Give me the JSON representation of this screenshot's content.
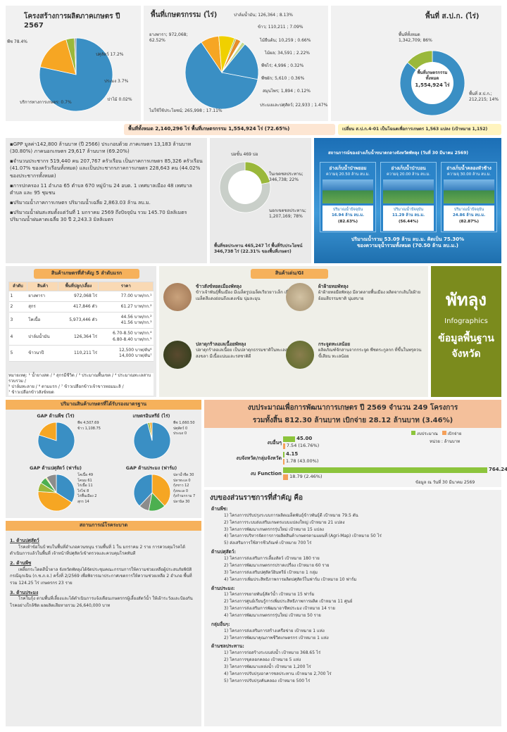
{
  "structure": {
    "title": "โครงสร้างการผลิตภาคเกษตร ปี 2567",
    "labels": [
      "พืช 78.4%",
      "ปศุสัตว์ 17.2%",
      "ประมง 3.7%",
      "ปาไม้ 0.02%",
      "บริการทางการเกษตร: 0.7%"
    ],
    "values": [
      78.4,
      17.2,
      3.7,
      0.02,
      0.7
    ],
    "colors": [
      "#3a8fc4",
      "#f6a623",
      "#9ab83b",
      "#e8d43b",
      "#8c8c8c"
    ]
  },
  "agri_area": {
    "title": "พื้นที่เกษตรกรรม (ไร่)",
    "labels": [
      "ยางพารา; 972,068; 62.52%",
      "ปาล์มน้ำมัน; 126,364 ; 8.13%",
      "ข้าว; 110,211 ; 7.09%",
      "ไม้ยืนต้น; 10,259 ; 0.66%",
      "ไม้ผล; 34,591 ; 2.22%",
      "พืชไร่; 4,996 ; 0.32%",
      "พืชผัก; 5,610 ; 0.36%",
      "สมุนไพร; 1,894 ; 0.12%",
      "ประมงและปศุสัตว์; 22,933 ; 1.47%",
      "ไม่ใช้ใช้ประโยชน์; 265,998 ; 17.11%"
    ],
    "values": [
      62.52,
      8.13,
      7.09,
      0.66,
      2.22,
      0.32,
      0.36,
      0.12,
      1.47,
      17.11
    ],
    "colors": [
      "#3a8fc4",
      "#f6a623",
      "#f0d000",
      "#9ab83b",
      "#e58d2a",
      "#4caf50",
      "#6fb9e5",
      "#aacc44",
      "#c5d88b",
      "#3a8fc4"
    ]
  },
  "spk": {
    "title": "พื้นที่ ส.ป.ก. (ไร่)",
    "labels": [
      "พื้นที่ทั้งหมด 1,342,709; 86%",
      "พื้นที่ ส.ป.ก.; 212,215; 14%"
    ],
    "values": [
      86,
      14
    ],
    "colors": [
      "#3a8fc4",
      "#9ab83b"
    ],
    "center": [
      "พื้นที่เกษตรกรรม",
      "ทั้งหมด",
      "1,554,924 ไร่"
    ]
  },
  "banner": {
    "total": "พื้นที่ทั้งหมด 2,140,296 ไร่ พื้นที่เกษตรกรรม 1,554,924 ไร่ (72.65%)",
    "spk": "เปลี่ยน ส.ป.ก.4-01 เป็นโฉนดเพื่อการเกษตร 1,563 แปลง (เป้าหมาย 1,152)"
  },
  "economy": [
    "GPP มูลค่า142,800 ล้านบาท (ปี 2566) ประกอบด้วย ภาคเกษตร 13,183 ล้านบาท (30.80%) ภาคนอกเกษตร 29,617 ล้านบาท (69.20%)",
    "จำนวนประชากร 519,440 คน 207,767 ครัวเรือน เป็นภาคการเกษตร 85,326 ครัวเรือน (41.07% ของครัวเรือนทั้งหมด) และเป็นประชากรภาคการเกษตร 228,643 คน (44.02% ของประชากรทั้งหมด)",
    "การปกครอง 11 อำเภอ 65 ตำบล 670 หมู่บ้าน 24 อบต. 1 เทศบาลเมือง 48 เทศบาลตำบล และ 95 ชุมชน",
    "ปริมาณน้ำภาคการเกษตร ปริมาณน้ำเฉลี่ย 2,863.03 ล้าน ลบ.ม.",
    "ปริมาณน้ำฝนสะสมตั้งแต่วันที่ 1 มกราคม 2569 ถึงปัจจุบัน รวม 145.70 มิลลิเมตร ปริมาณน้ำฝนคาดเฉลี่ย 30 ปี 2,243.3 มิลลิเมตร"
  ],
  "irrigation": {
    "labels": [
      "บ่อขั้น 469 บ่อ",
      "ในเขตชลประทาน; 346,738; 22%",
      "นอกเขตชลประทาน; 1,207,169; 78%"
    ],
    "values": [
      22,
      78
    ],
    "colors": [
      "#9ab83b",
      "#c9cfc9"
    ],
    "footer": "พื้นที่ชลประทาน 465,247 ไร่ พื้นที่รับประโยชน์ 346,738 ไร่ (22.31% ของพื้นที่เกษตร)"
  },
  "reservoir": {
    "title": "สถานการณ์ของอ่างเก็บน้ำขนาดกลางจังหวัดพัทลุง (วันที่ 30 มีนาคม 2569)",
    "items": [
      {
        "name": "อ่างเก็บน้ำป่าพยอม",
        "cap": "ความจุ 20.50 ล้าน ลบ.ม.",
        "now": "16.94 ล้าน ลบ.ม.",
        "pct": "(82.63%)"
      },
      {
        "name": "อ่างเก็บน้ำป่าบอน",
        "cap": "ความจุ 20.00 ล้าน ลบ.ม.",
        "now": "11.29 ล้าน ลบ.ม.",
        "pct": "(56.44%)"
      },
      {
        "name": "อ่างเก็บน้ำคลองหัวช้าง",
        "cap": "ความจุ 30.00 ล้าน ลบ.ม.",
        "now": "24.86 ล้าน ลบ.ม.",
        "pct": "(82.87%)"
      }
    ],
    "lbl_now": "ปริมาณน้ำปัจจุบัน",
    "summary1": "ปริมาณน้ำรวม 53.09 ล้าน ลบ.ม. คิดเป็น 75.30%",
    "summary2": "ของความจุน้ำรวมทั้งหมด (70.50 ล้าน ลบ.ม.)"
  },
  "top5": {
    "title": "สินค้าเกษตรที่สำคัญ 5 ลำดับแรก",
    "headers": [
      "ลำดับ",
      "สินค้า",
      "พื้นที่ปลูก/เลี้ยง",
      "ราคา"
    ],
    "rows": [
      [
        "1",
        "ยางพารา",
        "972,068 ไร่",
        "77.00 บาท/กก.¹"
      ],
      [
        "2",
        "สุกร",
        "417,846 ตัว",
        "61.27 บาท/กก.²"
      ],
      [
        "3",
        "โคเนื้อ",
        "5,973,446 ตัว",
        "44.56 บาท/กก.²",
        "41.56 บาท/กก.³"
      ],
      [
        "4",
        "ปาล์มน้ำมัน",
        "126,364 ไร่",
        "6.70-8.50 บาท/กก.⁴",
        "6.80-8.40 บาท/กก.⁵"
      ],
      [
        "5",
        "ข้าวนาปี",
        "110,211 ไร่",
        "12,500 บาท/ตัน⁶",
        "14,000 บาท/ตัน⁷"
      ]
    ],
    "notes": [
      "หมายเหตุ: ¹ น้ำยางสด / ² สุกรมีชีวิต / ³ ประมาณพื้นเขต / ⁴ ประมาณทะเลสาบรวบรวม /",
      "⁵ ปาล์มทะลาย / ⁶ ตามแรก / ⁷ ข้าวเปลือกข้าวเจ้าขาวหอมมะลิ /",
      "⁷ ข้าวเปลือกข้าวสังข์หยด"
    ]
  },
  "gi": {
    "title": "สินค้าเด่น/GI",
    "items": [
      {
        "name": "ข้าวสังข์หยดเมืองพัทลุง",
        "desc": "ข้าวเจ้าพันธุ์พื้นเมือง มีเมล็ดรูปเมล็ดเรียวยาวเล็ก เยื่อหุ้มเมล็ดสีแดงอ่อนถึงแดงเข้ม นุ่มละมุน"
      },
      {
        "name": "ผ้าฝ้ายทอพัทลุง",
        "desc": "ผ้าฝ้ายทอมือพัทลุง มีลวดลายพื้นเมือง ผลิตจากเส้นใยฝ้าย ย้อมสีธรรมชาติ นุ่มสบาย"
      },
      {
        "name": "ปลาดุกร้าลอเลเนื้อยพัทลุง",
        "desc": "ปลาดุกร้าลอเลเนื้อย เป็นปลาดุกธรรมชาติในทะเลสาบสงขลา มีเนื้อแน่นและรสชาติดี"
      },
      {
        "name": "กระจูดทะเลน้อย",
        "desc": "ผลิตภัณฑ์จักสานจากกระจูด พืชตระกูลกก ที่ขึ้นในพรุควนขี้เสียน ทะเลน้อย"
      }
    ]
  },
  "brand": {
    "title": "พัทลุง",
    "sub": "Infographics",
    "line1": "ข้อมูลพื้นฐาน",
    "line2": "จังหวัด"
  },
  "gap": {
    "title": "ปริมาณสินค้าเกษตรที่ได้รับรองมาตรฐาน",
    "charts": [
      {
        "title": "GAP ด้านพืช (ไร่)",
        "labels": [
          "พืช 4,507.69",
          "ข้าว 1,108.75"
        ],
        "values": [
          80,
          20
        ],
        "colors": [
          "#3a8fc4",
          "#f6a623"
        ]
      },
      {
        "title": "เกษตรอินทรีย์ (ไร่)",
        "labels": [
          "พืช 1,660.50",
          "ปศุสัตว์ 0",
          "ประมง 0"
        ],
        "values": [
          96,
          2,
          2
        ],
        "colors": [
          "#3a8fc4",
          "#9ab83b",
          "#f6a623"
        ]
      },
      {
        "title": "GAP ด้านปศุสัตว์ (ฟาร์ม)",
        "labels": [
          "โคเนื้อ 49",
          "โคนม 61",
          "ไก่เนื้อ 11",
          "ไก่ไข่ 8",
          "ไก่พื้นเมือง 2",
          "สุกร 14"
        ],
        "values": [
          34,
          42,
          8,
          6,
          1,
          9
        ],
        "colors": [
          "#3a8fc4",
          "#f6a623",
          "#9ab83b",
          "#4caf50",
          "#e8d43b",
          "#8c8c8c"
        ]
      },
      {
        "title": "GAP ด้านประมง (ฟาร์ม)",
        "labels": [
          "ปลาน้ำจืด 30",
          "ปลาทะเล 0",
          "กุ้งขาว 12",
          "กุ้งทะเล 0",
          "กุ้งก้ามกราม 7",
          "ปลานิล 30"
        ],
        "values": [
          38,
          0,
          15,
          0,
          9,
          38
        ],
        "colors": [
          "#f6a623",
          "#9ab83b",
          "#4caf50",
          "#e8d43b",
          "#8c8c8c",
          "#3a8fc4"
        ]
      }
    ]
  },
  "budget": {
    "title": "งบประมาณเพื่อการพัฒนาการเกษตร ปี 2569 จำนวน 249 โครงการ",
    "subtitle": "รวมทั้งสิ้น 812.30 ล้านบาท เบิกจ่าย 28.12 ล้านบาท (3.46%)",
    "legend": [
      "งบประมาณ",
      "เบิกจ่าย"
    ],
    "unit": "หน่วย : ล้านบาท",
    "asof": "ข้อมูล ณ วันที่ 30 มีนาคม 2569",
    "rows": [
      {
        "label": "งบอื่นๆ",
        "budget": 45.0,
        "spent": 7.54,
        "budget_txt": "45.00",
        "spent_txt": "7.54 (16.76%)"
      },
      {
        "label": "งบจังหวัด/กลุ่มจังหวัด",
        "budget": 4.15,
        "spent": 1.78,
        "budget_txt": "4.15",
        "spent_txt": "1.78 (43.00%)"
      },
      {
        "label": "งบ Function",
        "budget": 764.24,
        "spent": 18.79,
        "budget_txt": "764.24",
        "spent_txt": "18.79 (2.46%)"
      }
    ],
    "colors": [
      "#8cc43c",
      "#f5a05a"
    ]
  },
  "disaster": {
    "title": "สถานการณ์โรคระบาด",
    "sections": [
      {
        "head": "1. ด้านปศุสัตว์",
        "body": "โรคเท้าข้อในป์ พบในพื้นที่อำเภอควนขนุน รวมพื้นที่ 1 ใน มกราคม 2 ราย การควบคุมโรคได้ดำเนินการแล้วในพื้นที่ เจ้าหน้าที่ปศุสัตว์เข้าตรวจและควบคุมโรคทันที"
      },
      {
        "head": "2. ด้านพืช",
        "body": "เพลี้ยกระโดดสีน้ำตาล จังหวัดพัทลุงได้จัดประชุมคณะกรรมการให้ความช่วยเหลือผู้ประสบภัยพิบัติกรณีฉุกเฉิน (ก.ช.ภ.จ.) ครั้งที่ 2/2569 เพื่อพิจารณาประกาศเขตการให้ความช่วยเหลือ 2 อำเภอ พื้นที่รวม 124.25 ไร่ เกษตรกร 23 ราย"
      },
      {
        "head": "3. ด้านประมง",
        "body": "โรคในกุ้ง ตามพื้นที่เลี้ยงและได้ดำเนินการแจ้งเตือนเกษตรกรผู้เลี้ยงสัตว์น้ำ ให้เฝ้าระวังและป้องกันโรคอย่างใกล้ชิด ผลผลิตเสียหายรวม 26,640,000 บาท"
      }
    ]
  },
  "projects": {
    "title": "งบของส่วนราชการที่สำคัญ คือ",
    "groups": [
      {
        "head": "ด้านพืช:",
        "items": [
          "1) โครงการปรับปรุงระบบการผลิตเมล็ดพันธุ์ข้าวพันธุ์ดี เป้าหมาย 79.5 ตัน",
          "2) โครงการระบบส่งเสริมเกษตรแบบแปลงใหญ่ เป้าหมาย 21 แปลง",
          "3) โครงการพัฒนาเกษตรกรรุ่นใหม่ เป้าหมาย 15 แปลง",
          "4) โครงการบริหารจัดการการผลิตสินค้าเกษตรตามแผนที่ (Agri-Map) เป้าหมาย 50 ไร่",
          "5) ส่งเสริมการใช้สารชีวภัณฑ์ เป้าหมาย 700 ไร่"
        ]
      },
      {
        "head": "ด้านปศุสัตว์:",
        "items": [
          "1) โครงการส่งเสริมการเลี้ยงสัตว์ เป้าหมาย 180 ราย",
          "2) โครงการพัฒนาเกษตรกรปราดเปรื่อง เป้าหมาย 60 ราย",
          "3) โครงการส่งเสริมปศุสัตว์อินทรีย์ เป้าหมาย 1 กลุ่ม",
          "4) โครงการเพิ่มประสิทธิภาพการผลิตปศุสัตว์ในฟาร์ม เป้าหมาย 10 ฟาร์ม"
        ]
      },
      {
        "head": "ด้านประมง:",
        "items": [
          "1) โครงการขยายพันธุ์สัตว์น้ำ เป้าหมาย 15 ฟาร์ม",
          "2) โครงการศูนย์เรียนรู้การเพิ่มประสิทธิภาพการผลิต เป้าหมาย 11 ศูนย์",
          "3) โครงการส่งเสริมการพัฒนาอาชีพประมง เป้าหมาย 14 ราย",
          "4) โครงการพัฒนาเกษตรกรรุ่นใหม่ เป้าหมาย 50 ราย"
        ]
      },
      {
        "head": "กลุ่มอื่นๆ:",
        "items": [
          "1) โครงการส่งเสริมการสร้างเครือข่าย เป้าหมาย 1 แห่ง",
          "2) โครงการพัฒนาคุณภาพชีวิตเกษตรกร เป้าหมาย 1 แห่ง"
        ]
      },
      {
        "head": "ด้านชลประทาน:",
        "items": [
          "1) โครงการก่อสร้างระบบส่งน้ำ เป้าหมาย 368.65 ไร่",
          "2) โครงการขุดลอกคลอง เป้าหมาย 5 แห่ง",
          "3) โครงการพัฒนาแหล่งน้ำ เป้าหมาย 1,200 ไร่",
          "4) โครงการปรับปรุงอาคารชลประทาน เป้าหมาย 2,700 ไร่",
          "5) โครงการปรับปรุงคันคลอง เป้าหมาย 500 ไร่"
        ]
      }
    ]
  }
}
